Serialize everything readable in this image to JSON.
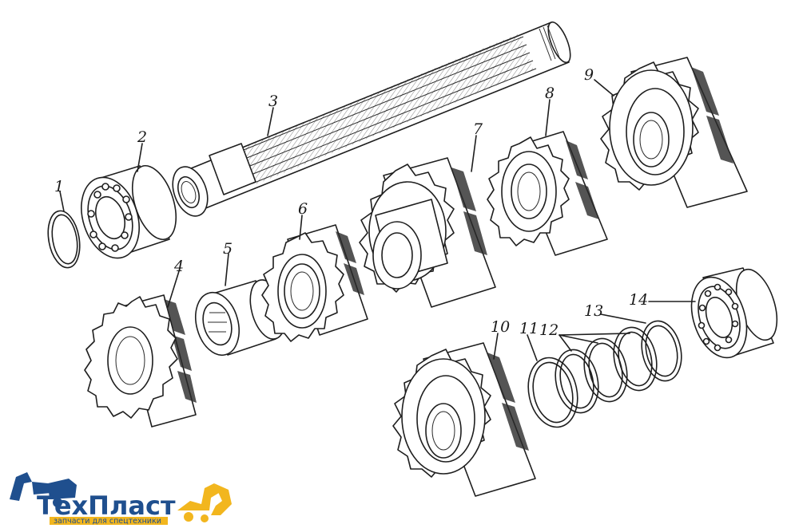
{
  "diagram": {
    "part_labels": [
      "1",
      "2",
      "3",
      "4",
      "5",
      "6",
      "7",
      "8",
      "9",
      "10",
      "11",
      "12",
      "13",
      "14"
    ]
  },
  "logo": {
    "brand": "ТехПласт",
    "tagline": "запчасти для спецтехники",
    "colors": {
      "text": "#1f4f8e",
      "accent": "#f2b61e",
      "silhouette": "#1f4f8e"
    }
  }
}
